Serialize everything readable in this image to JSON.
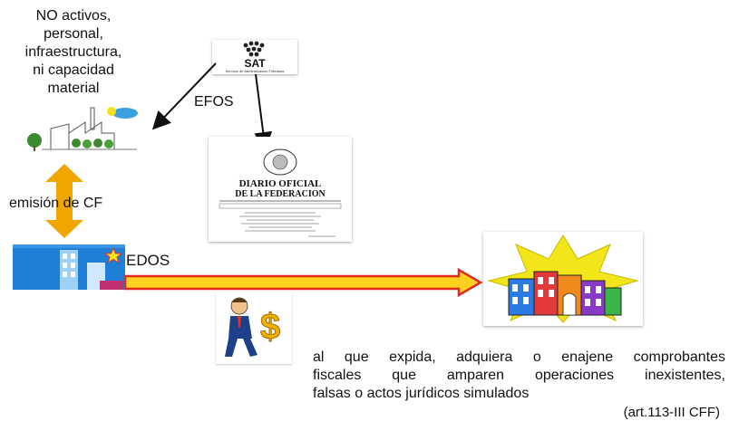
{
  "top_note": [
    "NO activos,",
    "personal,",
    "infraestructura,",
    "ni capacidad",
    "material"
  ],
  "sat_logo": {
    "text": "SAT",
    "caption": "Servicio de Administración Tributaria"
  },
  "labels": {
    "efos": "EFOS",
    "edos": "EDOS",
    "emision": "emisión de CF"
  },
  "dof": {
    "title_line1": "DIARIO OFICIAL",
    "title_line2": "DE LA FEDERACION"
  },
  "description": [
    "al que expida, adquiera o enajene comprobantes",
    "fiscales que amparen operaciones inexistentes,",
    "falsas o actos jurídicos simulados"
  ],
  "reference": "(art.113-III CFF)",
  "colors": {
    "double_arrow": "#f0a500",
    "main_arrow_fill": "#ffd21f",
    "main_arrow_stroke": "#e0281e",
    "building_blue": "#1f7ed6",
    "star": "#f2e51a"
  },
  "icons": [
    "factory-sketch-icon",
    "sat-logo",
    "newspaper-icon",
    "office-building-icon",
    "businessman-dollar-icon",
    "shops-star-icon"
  ]
}
